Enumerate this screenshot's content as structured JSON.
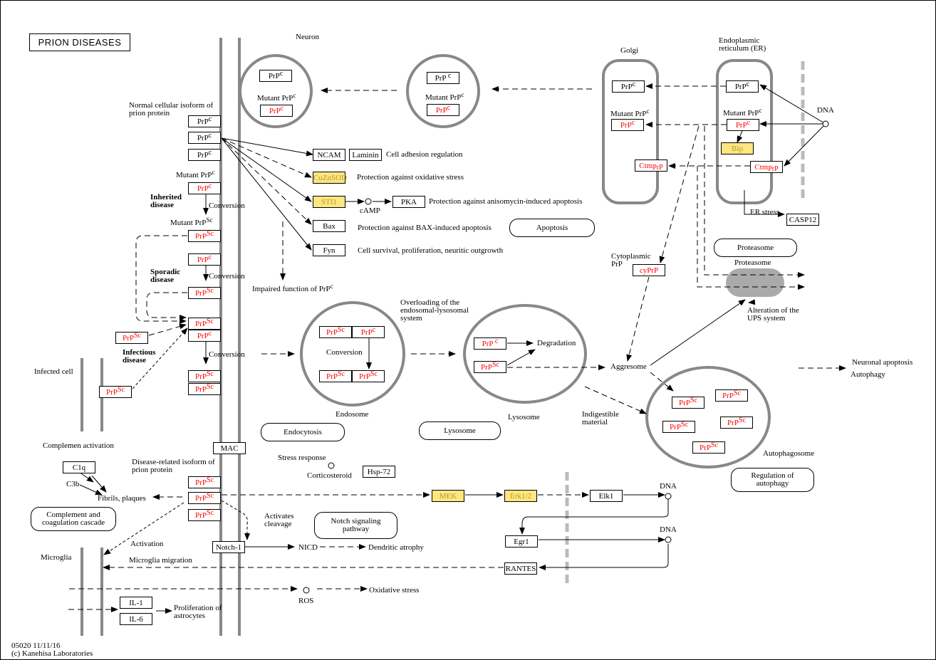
{
  "title": "PRION DISEASES",
  "footer": {
    "id": "05020 11/11/16",
    "copyright": "(c) Kanehisa Laboratories"
  },
  "colors": {
    "mutant": "#ff0000",
    "highlight": "#ffe680",
    "membrane": "#888888"
  },
  "nodes": {
    "n1": {
      "t": "PrP",
      "s": "c"
    },
    "n2": {
      "t": "PrP",
      "s": "c"
    },
    "n3": {
      "t": "PrP ",
      "s": "c"
    },
    "n4": {
      "t": "PrP",
      "s": "c"
    },
    "n5": {
      "t": "PrP",
      "s": "c"
    },
    "n6": {
      "t": "PrP",
      "s": "c"
    },
    "n7": {
      "t": "PrP",
      "s": "c"
    },
    "n8": {
      "t": "PrP",
      "s": "c"
    },
    "n9": {
      "t": "PrP",
      "s": "Sc"
    },
    "n10": {
      "t": "PrP",
      "s": "c"
    },
    "n11": {
      "t": "PrP",
      "s": "Sc"
    },
    "n12": {
      "t": "PrP",
      "s": "Sc"
    },
    "n13": {
      "t": "PrP",
      "s": "c"
    },
    "n14": {
      "t": "PrP",
      "s": "Sc"
    },
    "n15": {
      "t": "PrP",
      "s": "Sc"
    },
    "n16": {
      "t": "PrP",
      "s": "Sc"
    },
    "n17": {
      "t": "PrP",
      "s": "Sc"
    },
    "n18": {
      "t": "PrP",
      "s": "Sc"
    },
    "n19": {
      "t": "PrP",
      "s": "Sc"
    },
    "n20": {
      "t": "PrP",
      "s": "Sc"
    },
    "ncam": "NCAM",
    "laminin": "Laminin",
    "cuznsod": "CuZnSOD",
    "sti1": "STI1",
    "pka": "PKA",
    "bax": "Bax",
    "fyn": "Fyn",
    "g1": {
      "t": "PrP",
      "s": "c"
    },
    "g2": {
      "t": "PrP",
      "s": "c"
    },
    "g3": {
      "t": "Ctm",
      "sub": "PrP"
    },
    "e1": {
      "t": "PrP",
      "s": "c"
    },
    "e2": {
      "t": "PrP",
      "s": "c"
    },
    "bip": "Bip",
    "e3": {
      "t": "Ctm",
      "sub": "PrP"
    },
    "casp12": "CASP12",
    "cyprp": "cyPrP",
    "en1": {
      "t": "PrP",
      "s": "Sc"
    },
    "en2": {
      "t": "PrP",
      "s": "c"
    },
    "en3": {
      "t": "PrP",
      "s": "Sc"
    },
    "en4": {
      "t": "PrP",
      "s": "Sc"
    },
    "ly1": {
      "t": "PrP ",
      "s": "c"
    },
    "ly2": {
      "t": "PrP",
      "s": "Sc"
    },
    "a1": {
      "t": "PrP",
      "s": "Sc"
    },
    "a2": {
      "t": "PrP",
      "s": "Sc"
    },
    "a3": {
      "t": "PrP",
      "s": "Sc"
    },
    "a4": {
      "t": "PrP",
      "s": "Sc"
    },
    "a5": {
      "t": "PrP",
      "s": "Sc"
    },
    "mac": "MAC",
    "c1q": "C1q",
    "hsp72": "Hsp-72",
    "mek": "MEK",
    "erk": "Erk1/2",
    "elk1": "Elk1",
    "egr1": "Egr1",
    "rantes": "RANTES",
    "notch1": "Notch-1",
    "il1": "IL-1",
    "il6": "IL-6"
  },
  "maps": {
    "apoptosis": "Apoptosis",
    "proteasome": "Proteasome",
    "endocytosis": "Endocytosis",
    "lysosome": "Lysosome",
    "notch": "Notch signaling pathway",
    "complement": "Complement and coagulation cascade",
    "autophagy": "Regulation of autophagy"
  },
  "labels": {
    "neuron": "Neuron",
    "golgi": "Golgi",
    "er": "Endoplasmic reticulum (ER)",
    "dna1": "DNA",
    "dna2": "DNA",
    "dna3": "DNA",
    "mut1": "Mutant PrP",
    "mut2": "Mutant PrP",
    "mut3": "Mutant PrP",
    "mut4": "Mutant PrP",
    "mut5": "Mutant PrP",
    "mutsc": "Mutant PrP",
    "normal": "Normal cellular isoform of prion protein",
    "inherited": "Inherited disease",
    "sporadic": "Sporadic disease",
    "infectious": "Infectious disease",
    "conv1": "Conversion",
    "conv2": "Conversion",
    "conv3": "Conversion",
    "conv4": "Conversion",
    "celladh": "Cell adhesion regulation",
    "oxid": "Protection against oxidative stress",
    "camp": "cAMP",
    "aniso": "Protection against anisomycin-induced apoptosis",
    "baxprot": "Protection against BAX-induced apoptosis",
    "survival": "Cell survival, proliferation, neuritic outgrowth",
    "impaired": "Impaired function of PrP",
    "erstress": "ER stress",
    "proteasome2": "Proteasome",
    "cyto": "Cytoplasmic PrP",
    "ups": "Alteration of the UPS system",
    "overload": "Overloading of the endosomal-lysosomal system",
    "degradation": "Degradation",
    "aggresome": "Aggresome",
    "indigest": "Indigestible material",
    "neuronal": "Neuronal apoptosis",
    "autophagy": "Autophagy",
    "autophagosome": "Autophagosome",
    "endosome": "Endosome",
    "lysosome": "Lysosome",
    "infected": "Infected cell",
    "complemen": "Complemen activation",
    "c3b": "C3b",
    "fibrils": "Fibrils, plaques",
    "disease": "Disease-related isoform of prion protein",
    "stress": "Stress response",
    "cortico": "Corticosteroid",
    "activates": "Activates cleavage",
    "activation": "Activation",
    "nicd": "NICD",
    "dendritic": "Dendritic atrophy",
    "microglia": "Microglia",
    "migration": "Microglia migration",
    "ros": "ROS",
    "oxstress": "Oxidative stress",
    "prolif": "Proliferation of astrocytes"
  }
}
